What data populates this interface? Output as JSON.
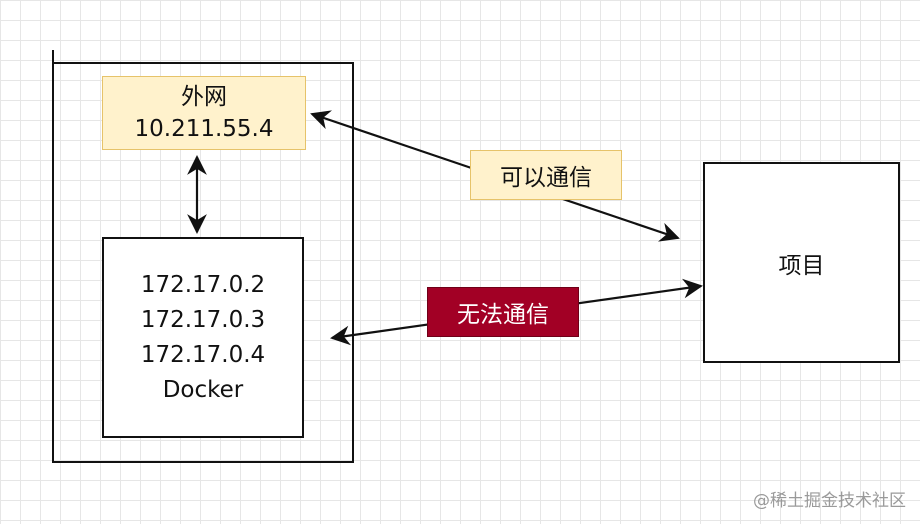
{
  "outer_box": {},
  "external_network": {
    "title": "外网",
    "ip": "10.211.55.4"
  },
  "docker_box": {
    "ips": [
      "172.17.0.2",
      "172.17.0.3",
      "172.17.0.4"
    ],
    "label": "Docker"
  },
  "project_box": {
    "label": "项目"
  },
  "edge_labels": {
    "can_communicate": "可以通信",
    "cannot_communicate": "无法通信"
  },
  "colors": {
    "label_ok_fill": "#fff2cc",
    "label_ok_border": "#e6c36a",
    "label_fail_fill": "#a20025",
    "line": "#111111"
  },
  "watermark": "@稀土掘金技术社区"
}
